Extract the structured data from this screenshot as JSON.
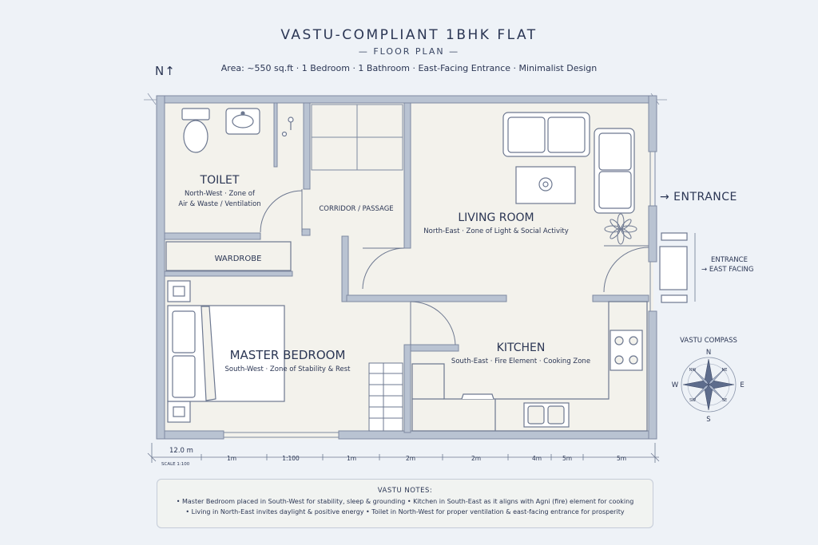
{
  "header": {
    "title": "VASTU-COMPLIANT 1BHK FLAT",
    "subtitle": "— FLOOR PLAN —",
    "meta": "Area: ~550 sq.ft · 1 Bedroom · 1 Bathroom · East-Facing Entrance · Minimalist Design",
    "north": "N↑"
  },
  "rooms": {
    "toilet": {
      "name": "TOILET",
      "desc1": "North-West · Zone of",
      "desc2": "Air & Waste / Ventilation"
    },
    "corridor": {
      "name": "CORRIDOR / PASSAGE"
    },
    "living": {
      "name": "LIVING ROOM",
      "desc": "North-East · Zone of Light & Social Activity"
    },
    "wardrobe": {
      "name": "WARDROBE"
    },
    "bedroom": {
      "name": "MASTER BEDROOM",
      "desc": "South-West · Zone of Stability & Rest"
    },
    "kitchen": {
      "name": "KITCHEN",
      "desc": "South-East · Fire Element · Cooking Zone"
    }
  },
  "entrance": {
    "main": "→ ENTRANCE",
    "label1": "ENTRANCE",
    "label2": "→ EAST FACING"
  },
  "compass": {
    "title": "VASTU COMPASS",
    "n": "N",
    "s": "S",
    "e": "E",
    "w": "W",
    "nw": "NW",
    "ne": "NE",
    "sw": "SW",
    "se": "SE"
  },
  "scale": {
    "width": "12.0 m",
    "scale": "SCALE 1:100",
    "ticks": [
      "1m",
      "1:100",
      "1m",
      "2m",
      "2m",
      "4m",
      "5m",
      "5m"
    ]
  },
  "notes": {
    "title": "VASTU NOTES:",
    "line1": "• Master Bedroom placed in South-West for stability, sleep & grounding • Kitchen in South-East as it aligns with Agni (fire) element for cooking",
    "line2": "• Living in North-East invites daylight & positive energy • Toilet in North-West for proper ventilation & east-facing entrance for prosperity"
  }
}
